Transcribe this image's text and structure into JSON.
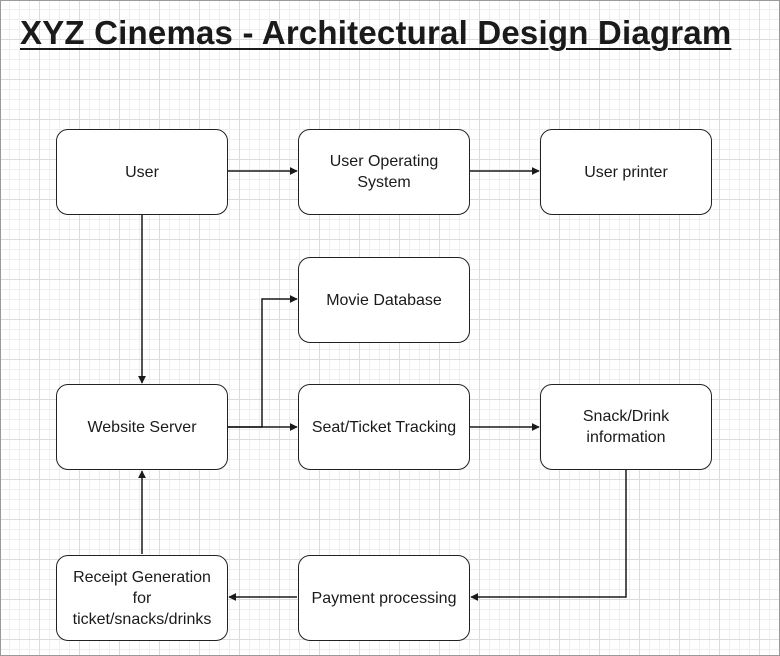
{
  "title": "XYZ Cinemas - Architectural Design Diagram",
  "nodes": {
    "user": "User",
    "user_os": "User Operating System",
    "user_printer": "User printer",
    "movie_database": "Movie Database",
    "website_server": "Website Server",
    "seat_ticket_tracking": "Seat/Ticket Tracking",
    "snack_drink_information": "Snack/Drink information",
    "receipt_generation": "Receipt Generation for ticket/snacks/drinks",
    "payment_processing": "Payment processing"
  },
  "edges": [
    {
      "from": "User",
      "to": "User Operating System"
    },
    {
      "from": "User Operating System",
      "to": "User printer"
    },
    {
      "from": "User",
      "to": "Website Server"
    },
    {
      "from": "Website Server",
      "to": "Movie Database"
    },
    {
      "from": "Website Server",
      "to": "Seat/Ticket Tracking"
    },
    {
      "from": "Seat/Ticket Tracking",
      "to": "Snack/Drink information"
    },
    {
      "from": "Snack/Drink information",
      "to": "Payment processing"
    },
    {
      "from": "Payment processing",
      "to": "Receipt Generation for ticket/snacks/drinks"
    },
    {
      "from": "Receipt Generation for ticket/snacks/drinks",
      "to": "Website Server"
    }
  ]
}
